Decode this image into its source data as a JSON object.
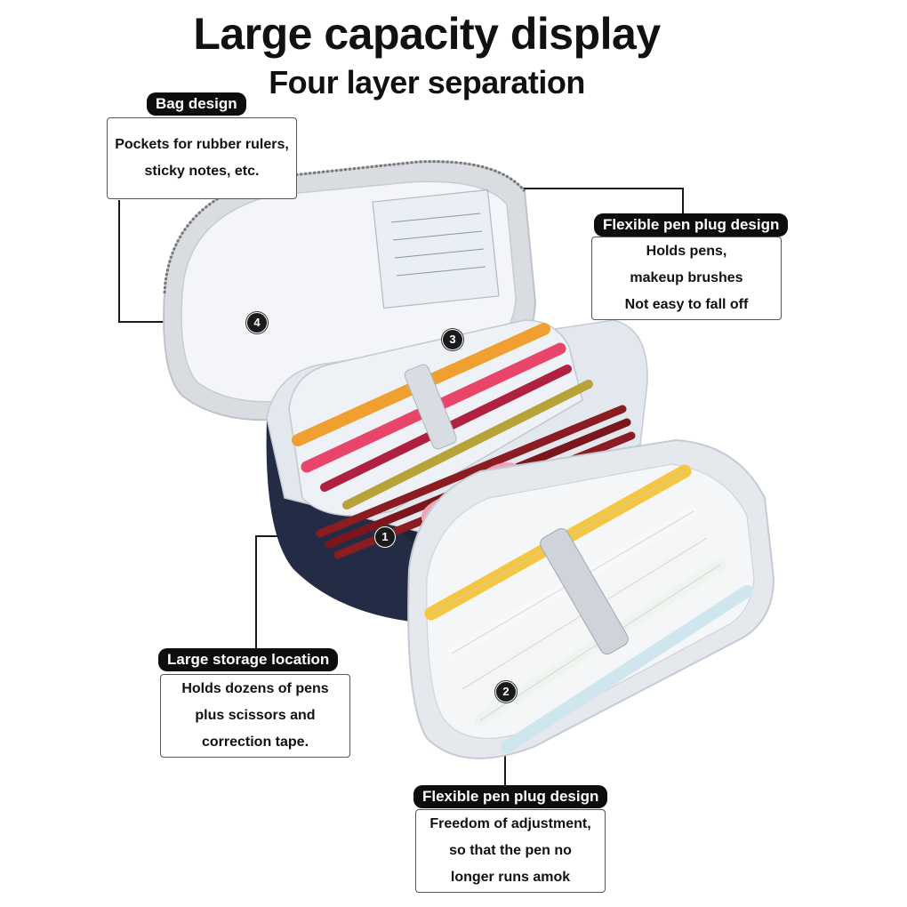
{
  "header": {
    "title": "Large capacity display",
    "subtitle": "Four layer separation"
  },
  "callouts": {
    "bag": {
      "tag": "Bag design",
      "lines": [
        "Pockets for rubber rulers,",
        "sticky notes, etc."
      ],
      "marker": "4"
    },
    "pen_top": {
      "tag": "Flexible pen plug design",
      "lines": [
        "Holds pens,",
        "makeup brushes",
        "Not easy to fall off"
      ],
      "marker": "3"
    },
    "storage": {
      "tag": "Large storage location",
      "lines": [
        "Holds dozens of pens",
        "plus scissors and",
        "correction tape."
      ],
      "marker": "1"
    },
    "pen_bottom": {
      "tag": "Flexible pen plug design",
      "lines": [
        "Freedom of adjustment,",
        "so that the pen no",
        "longer runs amok"
      ],
      "marker": "2"
    }
  },
  "colors": {
    "bag_body": "#1c2438",
    "lining": "#e9edf1",
    "accent_orange": "#f0a030",
    "accent_pink": "#e8456a"
  }
}
